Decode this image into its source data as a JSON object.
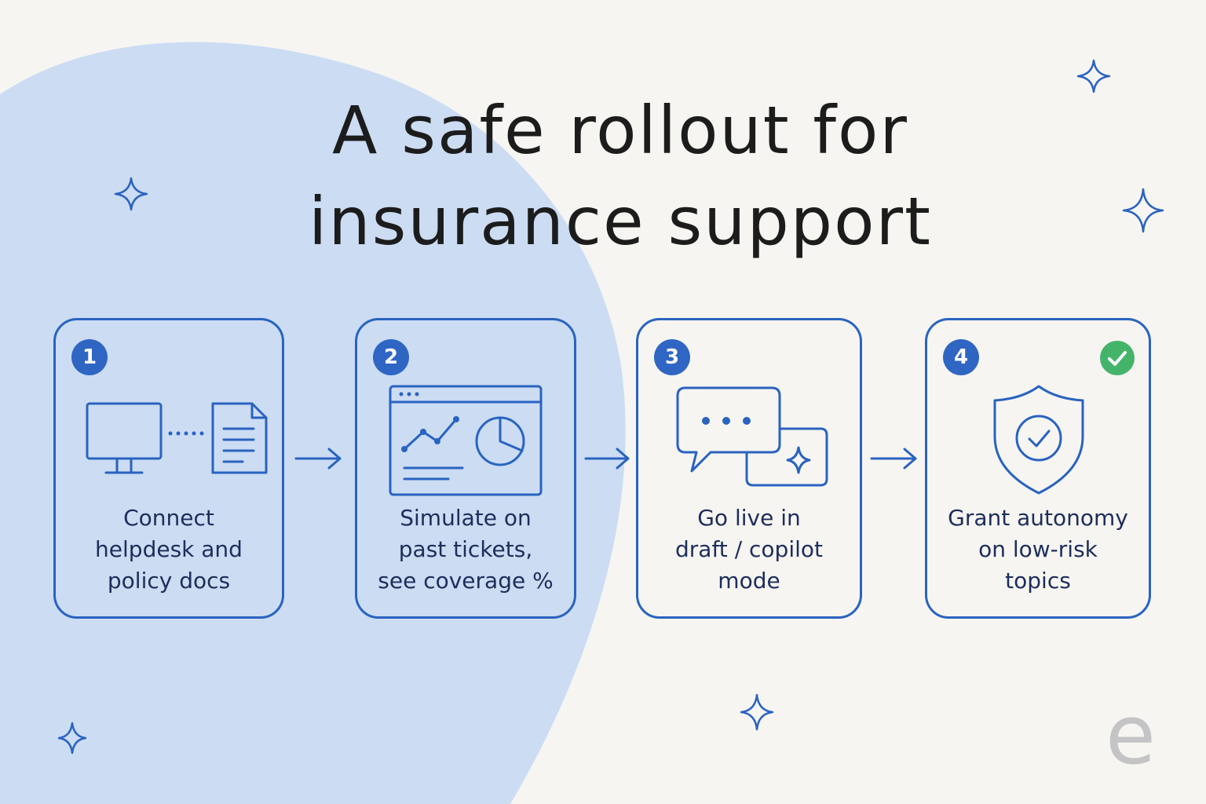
{
  "title": {
    "line1": "A safe rollout for",
    "line2": "insurance support"
  },
  "steps": [
    {
      "number": "1",
      "caption": [
        "Connect",
        "helpdesk and",
        "policy docs"
      ],
      "icon": "monitor-to-document-icon"
    },
    {
      "number": "2",
      "caption": [
        "Simulate on",
        "past tickets,",
        "see coverage %"
      ],
      "icon": "analytics-dashboard-icon"
    },
    {
      "number": "3",
      "caption": [
        "Go live in",
        "draft / copilot",
        "mode"
      ],
      "icon": "chat-bubbles-icon"
    },
    {
      "number": "4",
      "caption": [
        "Grant autonomy",
        "on low-risk",
        "topics"
      ],
      "icon": "shield-check-icon"
    }
  ],
  "logo": "e",
  "colors": {
    "background": "#f6f5f1",
    "blob": "#cbdcf3",
    "accent": "#2a63c0",
    "badge": "#2f66c4",
    "check": "#44b46a",
    "text": "#1d2d5c",
    "logo": "#c4c4c6"
  }
}
